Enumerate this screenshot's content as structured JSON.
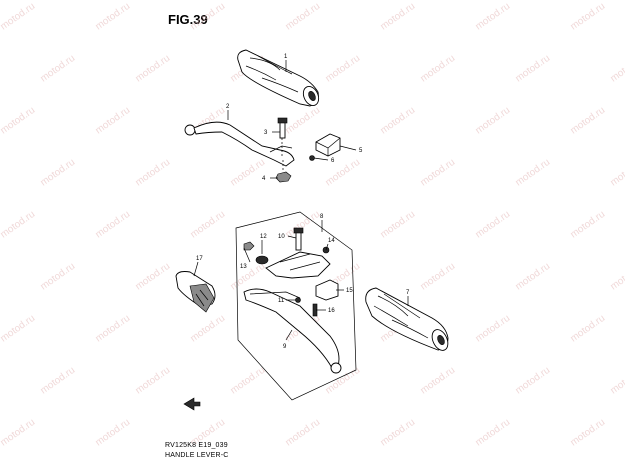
{
  "figure": {
    "title": "FIG.39"
  },
  "footer": {
    "code": "RV125K8 E19_039",
    "name": "HANDLE LEVER-C"
  },
  "watermark": {
    "text": "motod.ru"
  },
  "callouts": [
    "1",
    "2",
    "3",
    "4",
    "5",
    "6",
    "7",
    "8",
    "9",
    "10",
    "11",
    "12",
    "13",
    "14",
    "15",
    "16",
    "17"
  ]
}
